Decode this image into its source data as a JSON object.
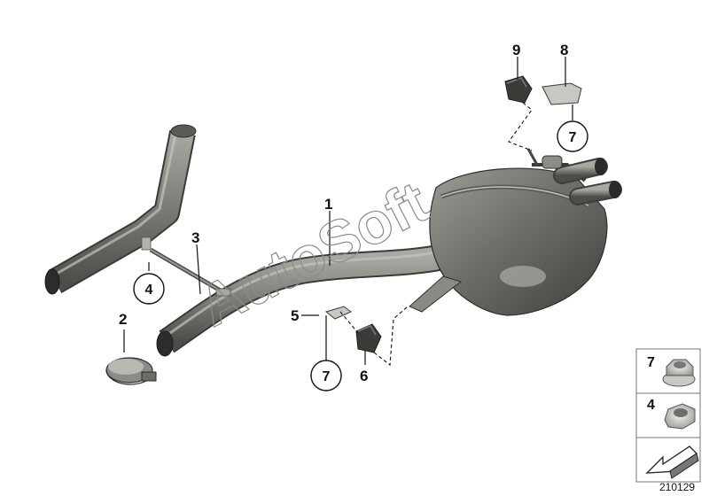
{
  "callouts": {
    "c1": "1",
    "c2": "2",
    "c3": "3",
    "c4": "4",
    "c5": "5",
    "c6": "6",
    "c7a": "7",
    "c7b": "7",
    "c8": "8",
    "c9": "9"
  },
  "legend": {
    "items": [
      {
        "number": "7",
        "part": "flange-nut"
      },
      {
        "number": "4",
        "part": "hex-nut"
      }
    ],
    "arrow": "assembly-direction-arrow"
  },
  "watermark": "AutoSoft",
  "diagram_code": "210129",
  "colors": {
    "part_fill": "#7a7a76",
    "part_dark": "#3f3f3c",
    "part_light": "#b4b4ae",
    "line": "#111111"
  }
}
